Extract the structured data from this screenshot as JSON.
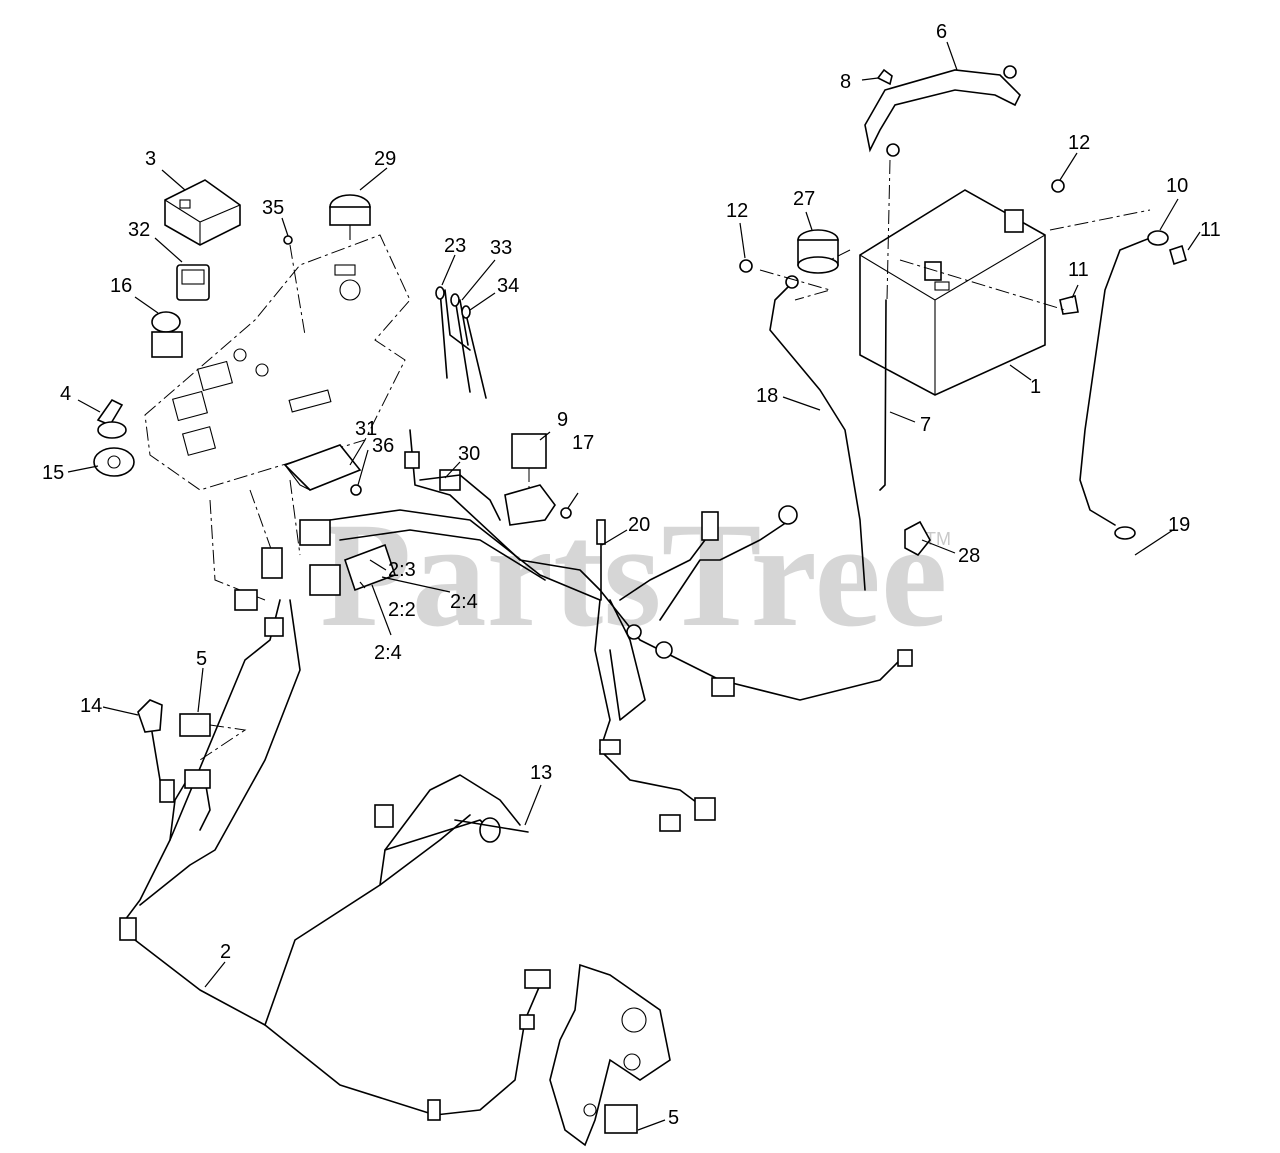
{
  "watermark": {
    "text": "PartsTree",
    "mark": "TM"
  },
  "callouts": {
    "c1": "1",
    "c2": "2",
    "c2_2": "2:2",
    "c2_3": "2:3",
    "c2_4a": "2:4",
    "c2_4b": "2:4",
    "c3": "3",
    "c4": "4",
    "c5a": "5",
    "c5b": "5",
    "c6": "6",
    "c7": "7",
    "c8": "8",
    "c9": "9",
    "c10": "10",
    "c11a": "11",
    "c11b": "11",
    "c12a": "12",
    "c12b": "12",
    "c13": "13",
    "c14": "14",
    "c15": "15",
    "c16": "16",
    "c17": "17",
    "c18": "18",
    "c19": "19",
    "c20": "20",
    "c23": "23",
    "c27": "27",
    "c28": "28",
    "c29": "29",
    "c30": "30",
    "c31": "31",
    "c32": "32",
    "c33": "33",
    "c34": "34",
    "c35": "35",
    "c36": "36"
  }
}
